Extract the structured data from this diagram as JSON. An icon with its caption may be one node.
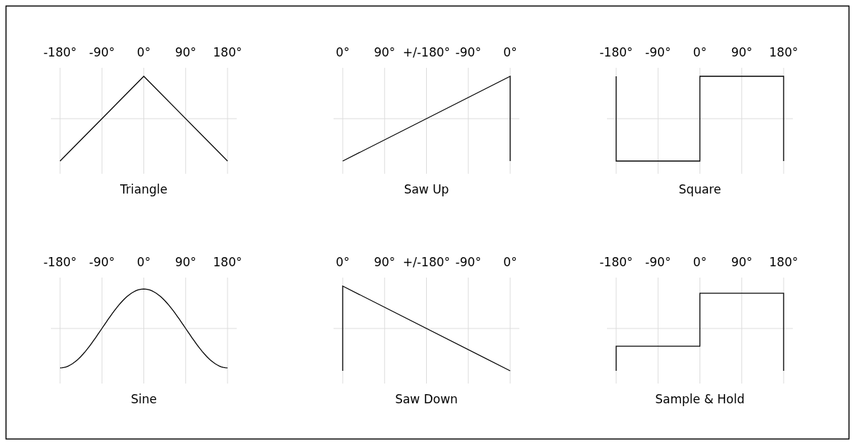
{
  "diagram": {
    "labels": [
      "-180°",
      "-90°",
      "0°",
      "90°",
      "180°",
      "0°",
      "90°",
      "+/-180°",
      "-90°",
      "0°",
      "-180°",
      "-90°",
      "0°",
      "90°",
      "180°",
      "Triangle",
      "Saw Up",
      "Square",
      "-180°",
      "-90°",
      "0°",
      "90°",
      "180°",
      "0°",
      "90°",
      "+/-180°",
      "-90°",
      "0°",
      "-180°",
      "-90°",
      "0°",
      "90°",
      "180°",
      "Sine",
      "Saw Down",
      "Sample & Hold"
    ]
  }
}
